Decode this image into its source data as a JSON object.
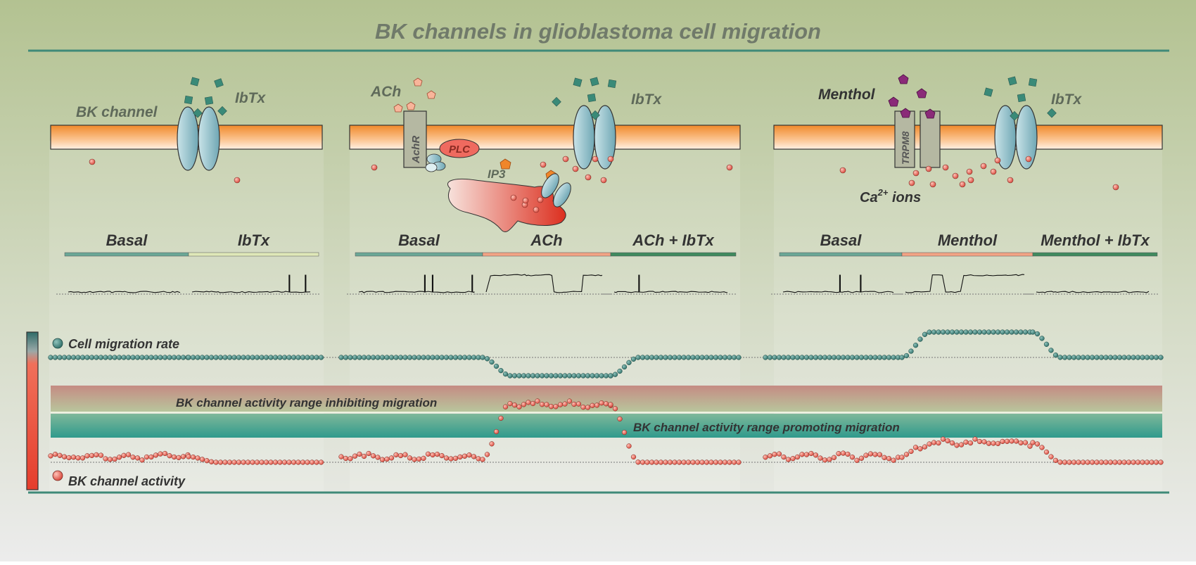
{
  "title": "BK channels in glioblastoma cell migration",
  "colors": {
    "background_top": "#b3c291",
    "background_bottom": "#ececec",
    "divider": "#3f8a78",
    "membrane": "#f59438",
    "channel": "#8fbdc7",
    "migration_dot": "#3a7f77",
    "activity_dot": "#e0554a",
    "title_text": "#707a6a",
    "label_text": "#333333"
  },
  "panels": [
    {
      "id": "ibtx",
      "membrane_labels": {
        "channel": "BK channel",
        "toxin": "IbTx"
      },
      "conditions": [
        "Basal",
        "IbTx"
      ],
      "condition_bar_colors": [
        "#6aa796",
        "#dfe8b8"
      ],
      "trace_openings": [
        "sparse",
        "sparse"
      ],
      "migration_levels": [
        "baseline",
        "baseline"
      ],
      "activity_levels": [
        "baseline",
        "low"
      ]
    },
    {
      "id": "ach",
      "membrane_labels": {
        "agonist": "ACh",
        "receptor": "AchR",
        "enzyme": "PLC",
        "messenger": "IP3",
        "toxin": "IbTx"
      },
      "conditions": [
        "Basal",
        "ACh",
        "ACh + IbTx"
      ],
      "condition_bar_colors": [
        "#6aa796",
        "#f2a384",
        "#3f8a5e"
      ],
      "trace_openings": [
        "sparse",
        "dense",
        "sparse"
      ],
      "migration_levels": [
        "baseline",
        "low",
        "baseline"
      ],
      "activity_levels": [
        "baseline",
        "high",
        "low"
      ]
    },
    {
      "id": "menthol",
      "membrane_labels": {
        "agonist": "Menthol",
        "receptor": "TRPM8",
        "ions": "Ca",
        "ions_superscript": "2+",
        "ions_suffix": " ions",
        "toxin": "IbTx"
      },
      "conditions": [
        "Basal",
        "Menthol",
        "Menthol + IbTx"
      ],
      "condition_bar_colors": [
        "#6aa796",
        "#f2a384",
        "#3f8a5e"
      ],
      "trace_openings": [
        "sparse",
        "medium",
        "sparse"
      ],
      "migration_levels": [
        "baseline",
        "high",
        "baseline"
      ],
      "activity_levels": [
        "baseline",
        "medium",
        "low"
      ]
    }
  ],
  "legend": {
    "migration_label": "Cell migration rate",
    "activity_label": "BK channel activity"
  },
  "bands": {
    "inhibiting_label": "BK channel activity range inhibiting migration",
    "promoting_label": "BK channel activity range promoting migration"
  }
}
